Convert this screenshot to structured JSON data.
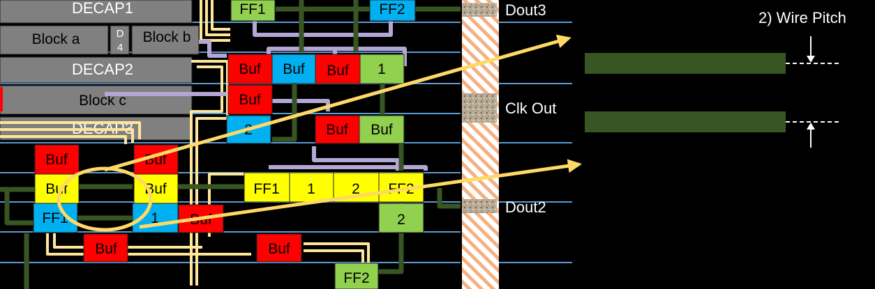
{
  "blocks": {
    "decap1": "DECAP1",
    "block_a": "Block a",
    "d4_d": "D",
    "d4_4": "4",
    "block_b": "Block b",
    "decap2": "DECAP2",
    "block_c": "Block c",
    "decap3": "DECAP3"
  },
  "cells": {
    "ff1": "FF1",
    "ff2": "FF2",
    "buf": "Buf",
    "one": "1",
    "two": "2"
  },
  "pins": {
    "dout3": "Dout3",
    "clk_out": "Clk Out",
    "dout2": "Dout2"
  },
  "callout": {
    "title": "2) Wire Pitch"
  },
  "colors": {
    "background": "#000000",
    "buf_red": "#ff0000",
    "ff_yellow": "#ffff00",
    "ff_blue": "#00b0f0",
    "cell_green": "#92d050",
    "wire_green": "#375623",
    "route_yellow": "#ffe699",
    "route_purple": "#b4a7d6",
    "track_blue": "#5b9bd5",
    "arrow_tan": "#ffd966",
    "io_ring": "#f4b183"
  }
}
